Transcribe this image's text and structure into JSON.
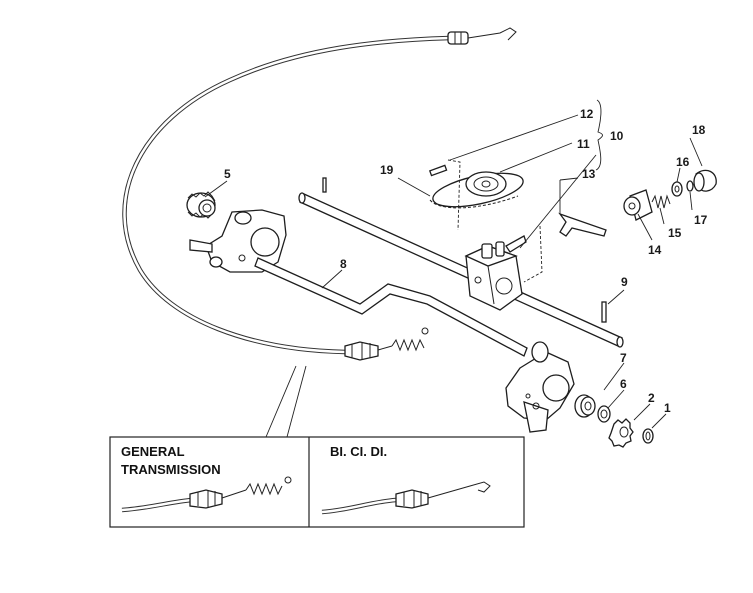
{
  "labels": [
    {
      "id": "p1",
      "text": "1"
    },
    {
      "id": "p2",
      "text": "2"
    },
    {
      "id": "p5",
      "text": "5"
    },
    {
      "id": "p6",
      "text": "6"
    },
    {
      "id": "p7",
      "text": "7"
    },
    {
      "id": "p8",
      "text": "8"
    },
    {
      "id": "p9",
      "text": "9"
    },
    {
      "id": "p10",
      "text": "10"
    },
    {
      "id": "p11",
      "text": "11"
    },
    {
      "id": "p12",
      "text": "12"
    },
    {
      "id": "p13",
      "text": "13"
    },
    {
      "id": "p14",
      "text": "14"
    },
    {
      "id": "p15",
      "text": "15"
    },
    {
      "id": "p16",
      "text": "16"
    },
    {
      "id": "p17",
      "text": "17"
    },
    {
      "id": "p18",
      "text": "18"
    },
    {
      "id": "p19",
      "text": "19"
    }
  ],
  "inset": {
    "left_title_line1": "GENERAL",
    "left_title_line2": "TRANSMISSION",
    "right_title": "BI. CI. DI."
  }
}
